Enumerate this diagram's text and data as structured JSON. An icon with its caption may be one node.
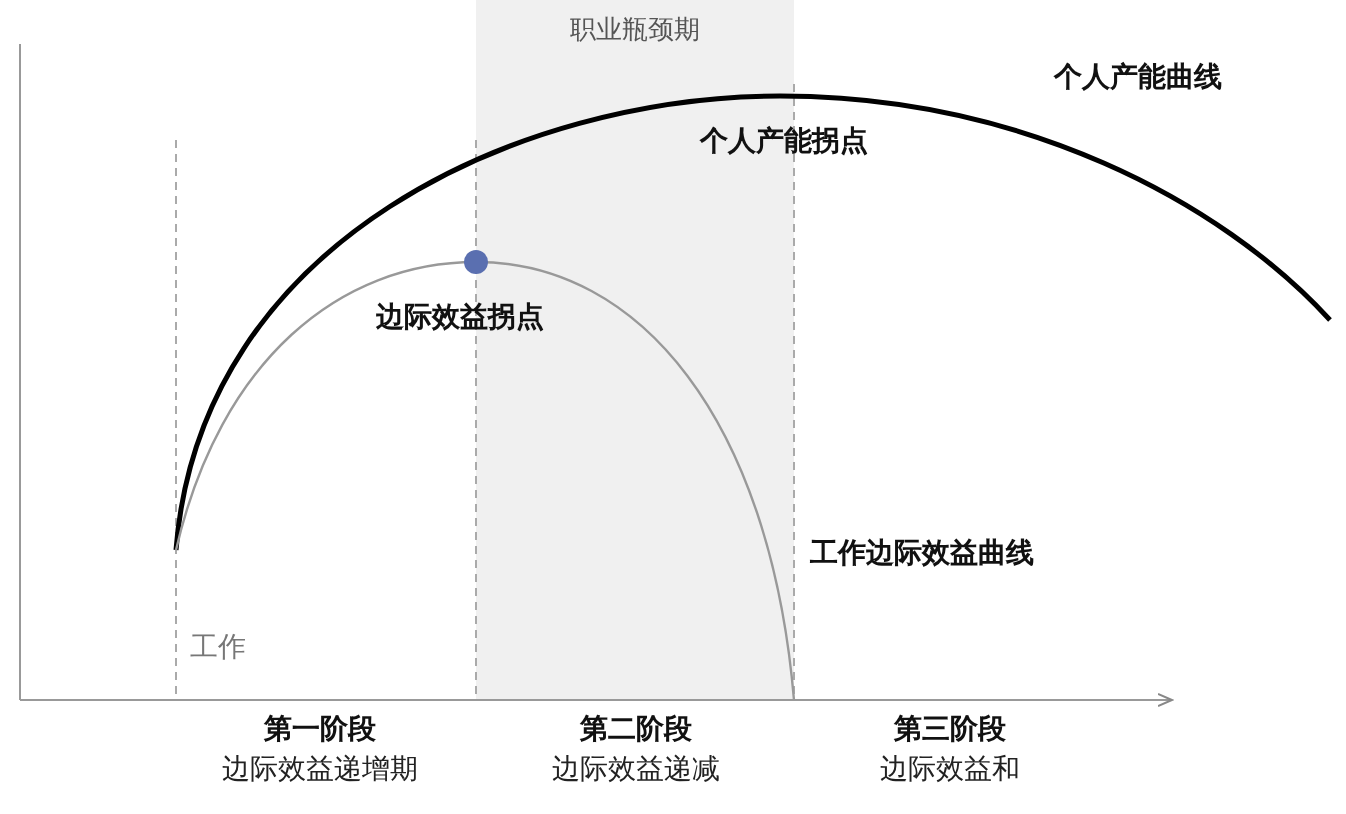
{
  "diagram": {
    "nodes": [
      {
        "text": [
          "职业瓶颈期"
        ]
      }
    ],
    "labels": [
      "个人产能曲线",
      "个人产能拐点",
      "边际效益拐点",
      "工作边际效益曲线",
      "工作",
      "第一阶段",
      "边际效益递增期",
      "第二阶段",
      "边际效益递减",
      "第三阶段",
      "边际效益和"
    ]
  }
}
